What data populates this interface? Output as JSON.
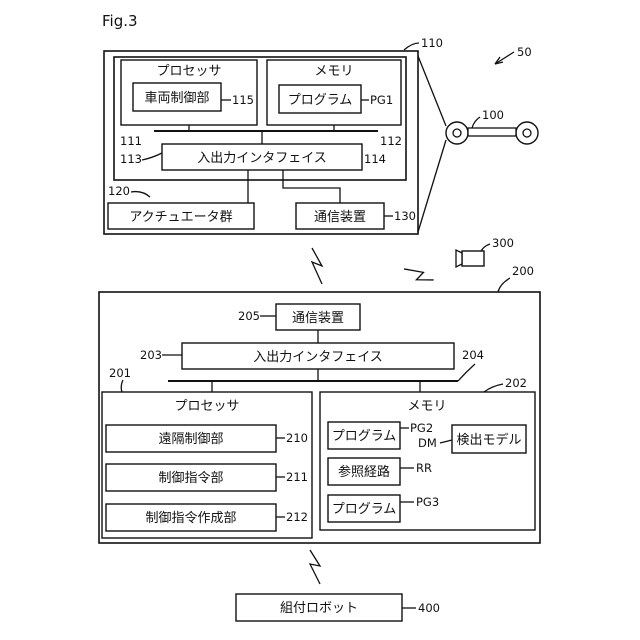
{
  "figure_label": "Fig.3",
  "system_ref": "50",
  "vehicle": {
    "ref": "110",
    "processor": {
      "label": "プロセッサ",
      "ref": "111"
    },
    "vehicle_control": {
      "label": "車両制御部",
      "ref": "115"
    },
    "memory": {
      "label": "メモリ",
      "ref": "112"
    },
    "program": {
      "label": "プログラム",
      "ref": "PG1"
    },
    "io_interface": {
      "label": "入出力インタフェイス",
      "ref_left": "113",
      "ref_right": "114"
    },
    "actuators": {
      "label": "アクチュエータ群",
      "ref": "120"
    },
    "comm": {
      "label": "通信装置",
      "ref": "130"
    }
  },
  "vehicle_icon_ref": "100",
  "camera_ref": "300",
  "server": {
    "ref": "200",
    "comm": {
      "label": "通信装置",
      "ref": "205"
    },
    "io_interface": {
      "label": "入出力インタフェイス",
      "ref_left": "203",
      "ref_right": "204"
    },
    "processor": {
      "label": "プロセッサ",
      "ref": "201"
    },
    "remote_control": {
      "label": "遠隔制御部",
      "ref": "210"
    },
    "command": {
      "label": "制御指令部",
      "ref": "211"
    },
    "command_creation": {
      "label": "制御指令作成部",
      "ref": "212"
    },
    "memory": {
      "label": "メモリ",
      "ref": "202"
    },
    "program2": {
      "label": "プログラム",
      "ref": "PG2"
    },
    "detection_model": {
      "label": "検出モデル",
      "ref": "DM"
    },
    "reference_route": {
      "label": "参照経路",
      "ref": "RR"
    },
    "program3": {
      "label": "プログラム",
      "ref": "PG3"
    }
  },
  "assembly_robot": {
    "label": "組付ロボット",
    "ref": "400"
  }
}
